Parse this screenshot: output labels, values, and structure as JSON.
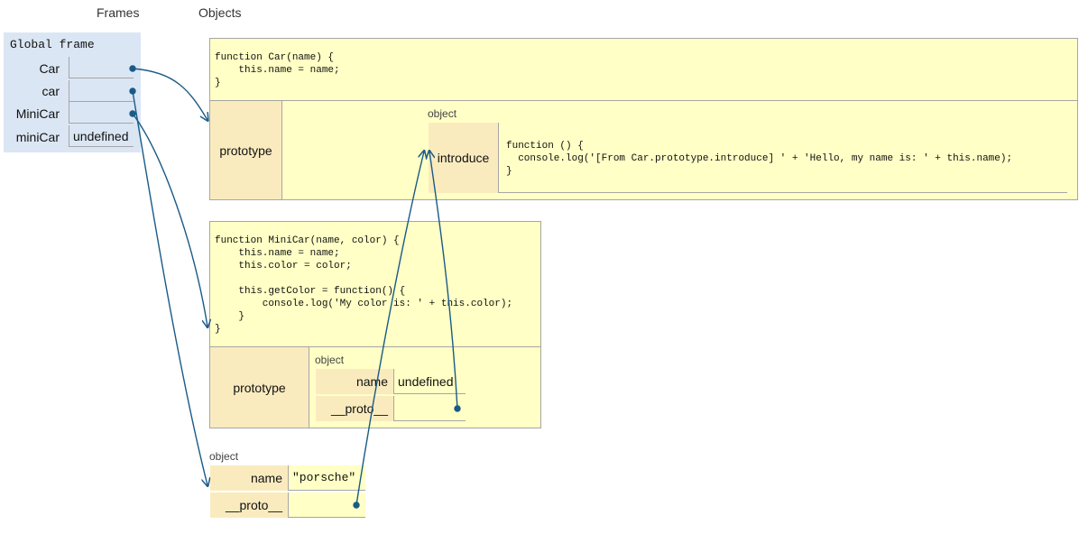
{
  "headers": {
    "frames": "Frames",
    "objects": "Objects"
  },
  "global_frame": {
    "title": "Global frame",
    "vars": [
      {
        "name": "Car",
        "value": ""
      },
      {
        "name": "car",
        "value": ""
      },
      {
        "name": "MiniCar",
        "value": ""
      },
      {
        "name": "miniCar",
        "value": "undefined"
      }
    ]
  },
  "car_fn": {
    "code": "function Car(name) {\n    this.name = name;\n}",
    "prototype_label": "prototype",
    "proto_object": {
      "label": "object",
      "key": "introduce",
      "code": "function () {\n  console.log('[From Car.prototype.introduce] ' + 'Hello, my name is: ' + this.name);\n}"
    }
  },
  "minicar_fn": {
    "code": "function MiniCar(name, color) {\n    this.name = name;\n    this.color = color;\n\n    this.getColor = function() {\n        console.log('My color is: ' + this.color);\n    }\n}",
    "prototype_label": "prototype",
    "proto_object": {
      "label": "object",
      "rows": [
        {
          "key": "name",
          "value": "undefined"
        },
        {
          "key": "__proto__",
          "value": ""
        }
      ]
    }
  },
  "car_instance": {
    "label": "object",
    "rows": [
      {
        "key": "name",
        "value": "\"porsche\""
      },
      {
        "key": "__proto__",
        "value": ""
      }
    ]
  },
  "colors": {
    "arrow": "#1a5a87",
    "frame_bg": "#dbe6f4",
    "heap_bg": "#ffffc6",
    "key_bg": "#faebbf"
  }
}
